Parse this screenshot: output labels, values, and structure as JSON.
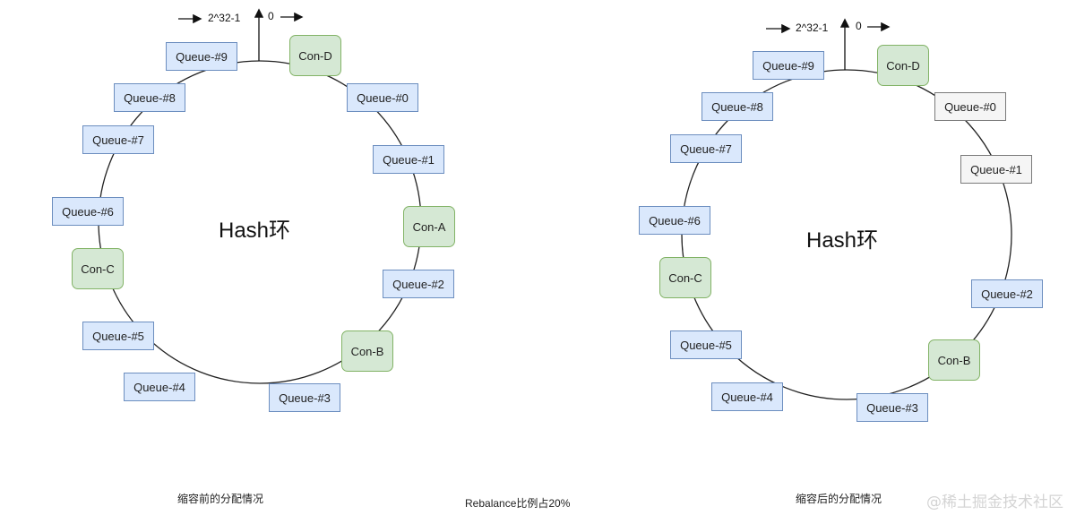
{
  "diagrams": [
    {
      "id": "before",
      "ring_label": "Hash环",
      "axis": {
        "max_label": "2^32-1",
        "zero_label": "0"
      },
      "caption": "缩容前的分配情况",
      "nodes": [
        {
          "label": "Queue-#9",
          "kind": "queue"
        },
        {
          "label": "Con-D",
          "kind": "consumer"
        },
        {
          "label": "Queue-#0",
          "kind": "queue"
        },
        {
          "label": "Queue-#1",
          "kind": "queue"
        },
        {
          "label": "Con-A",
          "kind": "consumer"
        },
        {
          "label": "Queue-#2",
          "kind": "queue"
        },
        {
          "label": "Con-B",
          "kind": "consumer"
        },
        {
          "label": "Queue-#3",
          "kind": "queue"
        },
        {
          "label": "Queue-#4",
          "kind": "queue"
        },
        {
          "label": "Queue-#5",
          "kind": "queue"
        },
        {
          "label": "Con-C",
          "kind": "consumer"
        },
        {
          "label": "Queue-#6",
          "kind": "queue"
        },
        {
          "label": "Queue-#7",
          "kind": "queue"
        },
        {
          "label": "Queue-#8",
          "kind": "queue"
        }
      ]
    },
    {
      "id": "after",
      "ring_label": "Hash环",
      "axis": {
        "max_label": "2^32-1",
        "zero_label": "0"
      },
      "caption": "缩容后的分配情况",
      "nodes": [
        {
          "label": "Queue-#9",
          "kind": "queue"
        },
        {
          "label": "Con-D",
          "kind": "consumer"
        },
        {
          "label": "Queue-#0",
          "kind": "queue",
          "removed": true
        },
        {
          "label": "Queue-#1",
          "kind": "queue",
          "removed": true
        },
        {
          "label": "Queue-#2",
          "kind": "queue"
        },
        {
          "label": "Con-B",
          "kind": "consumer"
        },
        {
          "label": "Queue-#3",
          "kind": "queue"
        },
        {
          "label": "Queue-#4",
          "kind": "queue"
        },
        {
          "label": "Queue-#5",
          "kind": "queue"
        },
        {
          "label": "Con-C",
          "kind": "consumer"
        },
        {
          "label": "Queue-#6",
          "kind": "queue"
        },
        {
          "label": "Queue-#7",
          "kind": "queue"
        },
        {
          "label": "Queue-#8",
          "kind": "queue"
        }
      ]
    }
  ],
  "rebalance_note": "Rebalance比例占20%",
  "watermark": "@稀土掘金技术社区",
  "colors": {
    "queue_fill": "#dae8fc",
    "queue_border": "#6c8ebf",
    "consumer_fill": "#d5e8d4",
    "consumer_border": "#82b366",
    "removed_fill": "#f5f5f5",
    "removed_border": "#7a7a7a"
  }
}
